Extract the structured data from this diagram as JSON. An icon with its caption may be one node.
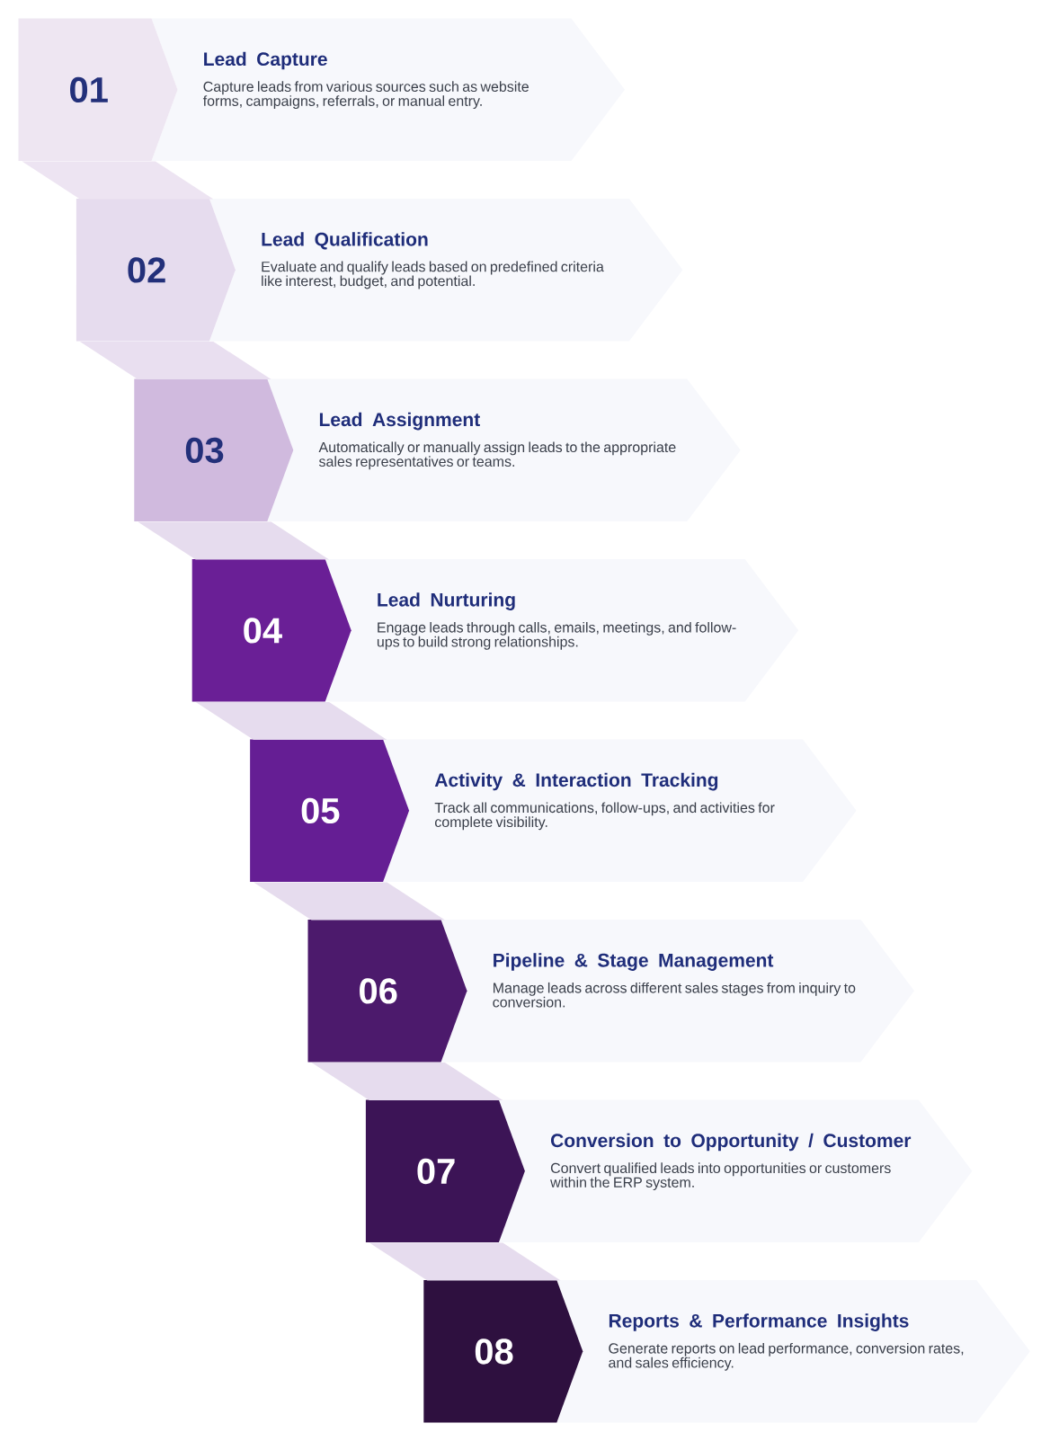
{
  "diagram": {
    "nodes": [
      {
        "text": [
          "01"
        ]
      },
      {
        "text": [
          "Lead Capture",
          "Capture leads from various sources such as website forms, campaigns, referrals, or manual entry."
        ]
      },
      {
        "text": [
          "02"
        ]
      },
      {
        "text": [
          "Lead Qualification",
          "Evaluate and qualify leads based on predefined criteria like interest, budget, and potential."
        ]
      },
      {
        "text": [
          "03"
        ]
      },
      {
        "text": [
          "Lead Assignment",
          "Automatically or manually assign leads to the appropriate sales representatives or teams."
        ]
      },
      {
        "text": [
          "04"
        ]
      },
      {
        "text": [
          "Lead Nurturing",
          "Engage leads through calls, emails, meetings, and follow-ups to build strong relationships."
        ]
      },
      {
        "text": [
          "05"
        ]
      },
      {
        "text": [
          "Activity & Interaction Tracking",
          "Track all communications, follow-ups, and activities for complete visibility."
        ]
      },
      {
        "text": [
          "06"
        ]
      },
      {
        "text": [
          "Pipeline & Stage Management",
          "Manage leads across different sales stages from inquiry to conversion."
        ]
      },
      {
        "text": [
          "07"
        ]
      },
      {
        "text": [
          "Conversion to Opportunity / Customer",
          "Convert qualified leads into opportunities or customers within the ERP system."
        ]
      },
      {
        "text": [
          "08"
        ]
      },
      {
        "text": [
          "Reports & Performance Insights",
          "Generate reports on lead performance, conversion rates, and sales efficiency."
        ]
      }
    ],
    "edges": [
      {
        "from": 0,
        "to": 2,
        "arrow": "none"
      },
      {
        "from": 2,
        "to": 4,
        "arrow": "none"
      },
      {
        "from": 4,
        "to": 6,
        "arrow": "none"
      },
      {
        "from": 6,
        "to": 8,
        "arrow": "none"
      },
      {
        "from": 8,
        "to": 10,
        "arrow": "none"
      },
      {
        "from": 10,
        "to": 12,
        "arrow": "none"
      },
      {
        "from": 12,
        "to": 14,
        "arrow": "none"
      }
    ]
  }
}
